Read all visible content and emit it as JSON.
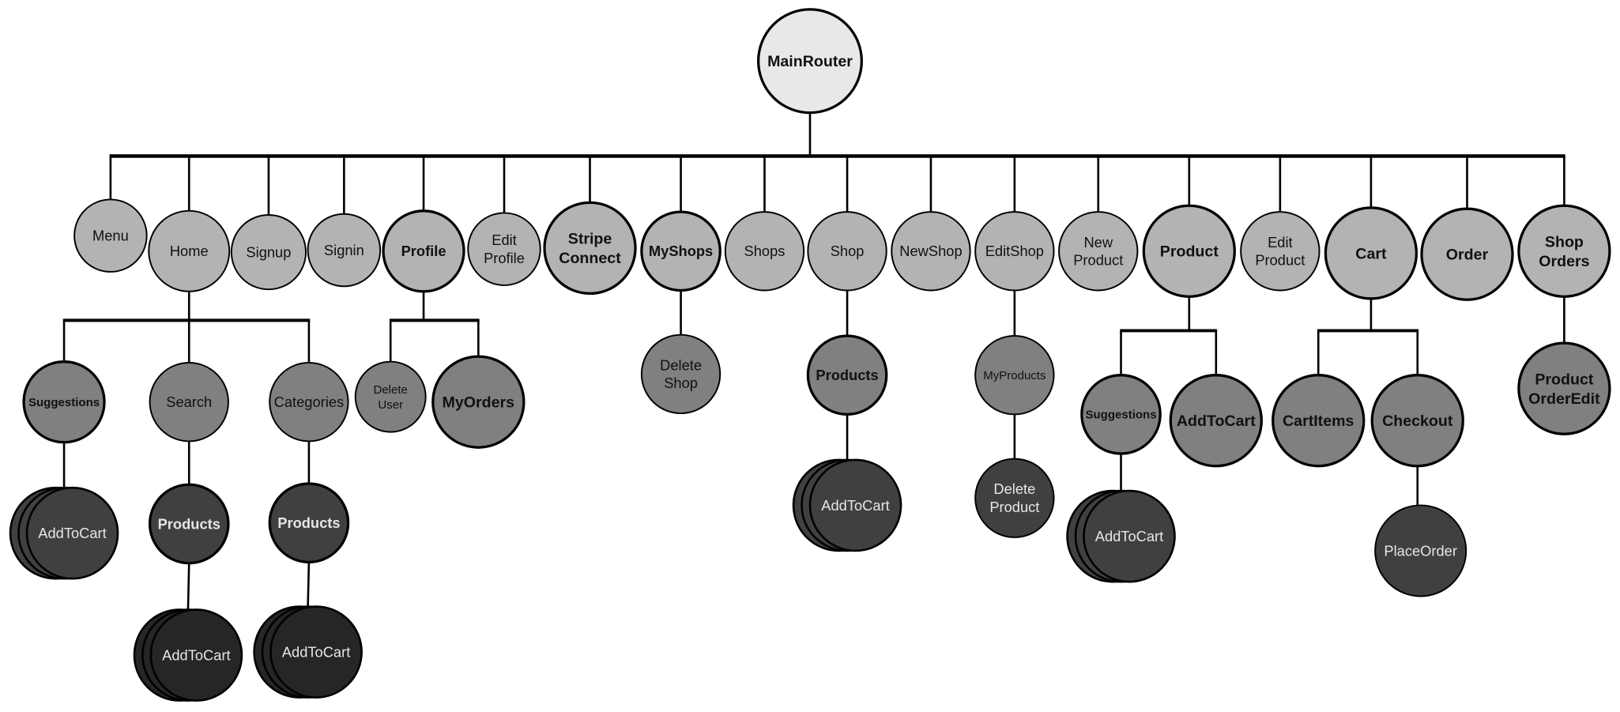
{
  "title": "MainRouter component tree",
  "colors": {
    "level0": "#e8e8e8",
    "level1": "#b3b3b3",
    "level2": "#808080",
    "level3": "#404040",
    "level4": "#262626",
    "line": "#000000",
    "dark_text": "#111111",
    "light_text": "#e6e6e6"
  },
  "nodes": [
    {
      "id": "root",
      "label": [
        "MainRouter"
      ],
      "level": 0,
      "bold": true
    },
    {
      "id": "menu",
      "label": [
        "Menu"
      ],
      "level": 1,
      "parent": "root"
    },
    {
      "id": "home",
      "label": [
        "Home"
      ],
      "level": 1,
      "parent": "root"
    },
    {
      "id": "signup",
      "label": [
        "Signup"
      ],
      "level": 1,
      "parent": "root"
    },
    {
      "id": "signin",
      "label": [
        "Signin"
      ],
      "level": 1,
      "parent": "root"
    },
    {
      "id": "profile",
      "label": [
        "Profile"
      ],
      "level": 1,
      "parent": "root",
      "bold": true
    },
    {
      "id": "editprofile",
      "label": [
        "Edit",
        "Profile"
      ],
      "level": 1,
      "parent": "root"
    },
    {
      "id": "stripe",
      "label": [
        "Stripe",
        "Connect"
      ],
      "level": 1,
      "parent": "root",
      "bold": true
    },
    {
      "id": "myshops",
      "label": [
        "MyShops"
      ],
      "level": 1,
      "parent": "root",
      "bold": true
    },
    {
      "id": "shops",
      "label": [
        "Shops"
      ],
      "level": 1,
      "parent": "root"
    },
    {
      "id": "shop",
      "label": [
        "Shop"
      ],
      "level": 1,
      "parent": "root"
    },
    {
      "id": "newshop",
      "label": [
        "NewShop"
      ],
      "level": 1,
      "parent": "root"
    },
    {
      "id": "editshop",
      "label": [
        "EditShop"
      ],
      "level": 1,
      "parent": "root"
    },
    {
      "id": "newproduct",
      "label": [
        "New",
        "Product"
      ],
      "level": 1,
      "parent": "root"
    },
    {
      "id": "product",
      "label": [
        "Product"
      ],
      "level": 1,
      "parent": "root",
      "bold": true
    },
    {
      "id": "editproduct",
      "label": [
        "Edit",
        "Product"
      ],
      "level": 1,
      "parent": "root"
    },
    {
      "id": "cart",
      "label": [
        "Cart"
      ],
      "level": 1,
      "parent": "root",
      "bold": true
    },
    {
      "id": "order",
      "label": [
        "Order"
      ],
      "level": 1,
      "parent": "root",
      "bold": true
    },
    {
      "id": "shoporders",
      "label": [
        "Shop",
        "Orders"
      ],
      "level": 1,
      "parent": "root",
      "bold": true
    },
    {
      "id": "home_sugg",
      "label": [
        "Suggestions"
      ],
      "level": 2,
      "parent": "home",
      "bold": true,
      "small": true
    },
    {
      "id": "home_search",
      "label": [
        "Search"
      ],
      "level": 2,
      "parent": "home"
    },
    {
      "id": "home_cat",
      "label": [
        "Categories"
      ],
      "level": 2,
      "parent": "home"
    },
    {
      "id": "deleteuser",
      "label": [
        "Delete",
        "User"
      ],
      "level": 2,
      "parent": "profile",
      "small": true
    },
    {
      "id": "myorders",
      "label": [
        "MyOrders"
      ],
      "level": 2,
      "parent": "profile",
      "bold": true
    },
    {
      "id": "deleteshop",
      "label": [
        "Delete",
        "Shop"
      ],
      "level": 2,
      "parent": "myshops"
    },
    {
      "id": "shop_products",
      "label": [
        "Products"
      ],
      "level": 2,
      "parent": "shop",
      "bold": true
    },
    {
      "id": "myproducts",
      "label": [
        "MyProducts"
      ],
      "level": 2,
      "parent": "editshop",
      "small": true
    },
    {
      "id": "prod_sugg",
      "label": [
        "Suggestions"
      ],
      "level": 2,
      "parent": "product",
      "bold": true,
      "small": true
    },
    {
      "id": "prod_add",
      "label": [
        "AddToCart"
      ],
      "level": 2,
      "parent": "product",
      "bold": true
    },
    {
      "id": "cartitems",
      "label": [
        "CartItems"
      ],
      "level": 2,
      "parent": "cart",
      "bold": true
    },
    {
      "id": "checkout",
      "label": [
        "Checkout"
      ],
      "level": 2,
      "parent": "cart",
      "bold": true
    },
    {
      "id": "productorderedit",
      "label": [
        "Product",
        "OrderEdit"
      ],
      "level": 2,
      "parent": "shoporders",
      "bold": true
    },
    {
      "id": "home_sugg_add",
      "label": [
        "AddToCart"
      ],
      "level": 3,
      "parent": "home_sugg",
      "stacked": true
    },
    {
      "id": "search_products",
      "label": [
        "Products"
      ],
      "level": 3,
      "parent": "home_search",
      "bold": true
    },
    {
      "id": "cat_products",
      "label": [
        "Products"
      ],
      "level": 3,
      "parent": "home_cat",
      "bold": true
    },
    {
      "id": "shop_add",
      "label": [
        "AddToCart"
      ],
      "level": 3,
      "parent": "shop_products",
      "stacked": true
    },
    {
      "id": "deleteproduct",
      "label": [
        "Delete",
        "Product"
      ],
      "level": 3,
      "parent": "myproducts"
    },
    {
      "id": "prod_sugg_add",
      "label": [
        "AddToCart"
      ],
      "level": 3,
      "parent": "prod_sugg",
      "stacked": true
    },
    {
      "id": "placeorder",
      "label": [
        "PlaceOrder"
      ],
      "level": 3,
      "parent": "checkout"
    },
    {
      "id": "search_add",
      "label": [
        "AddToCart"
      ],
      "level": 4,
      "parent": "search_products",
      "stacked": true
    },
    {
      "id": "cat_add",
      "label": [
        "AddToCart"
      ],
      "level": 4,
      "parent": "cat_products",
      "stacked": true
    }
  ]
}
